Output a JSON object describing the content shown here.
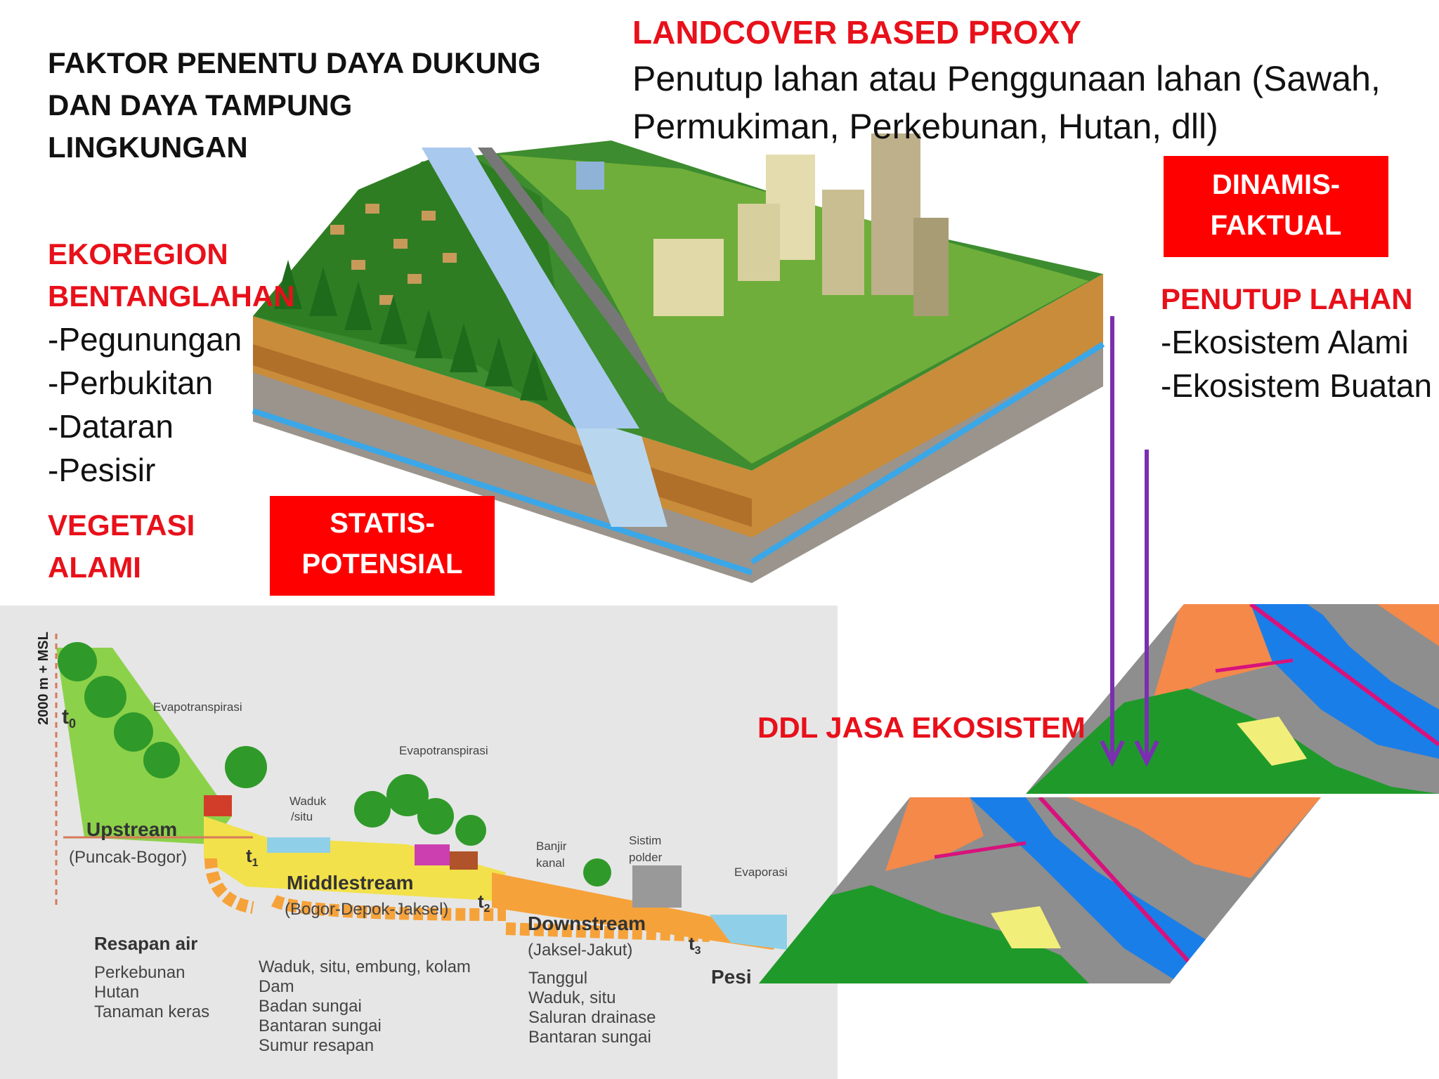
{
  "main_title": [
    "FAKTOR PENENTU DAYA DUKUNG",
    "DAN DAYA TAMPUNG",
    "LINGKUNGAN"
  ],
  "landcover": {
    "heading": "LANDCOVER BASED PROXY",
    "text": [
      "Penutup lahan atau Penggunaan lahan (Sawah,",
      "Permukiman, Perkebunan, Hutan, dll)"
    ]
  },
  "ekoregion": {
    "heading": [
      "EKOREGION",
      "BENTANGLAHAN"
    ],
    "items": [
      "-Pegunungan",
      "-Perbukitan",
      "-Dataran",
      "-Pesisir"
    ]
  },
  "vegetasi": [
    "VEGETASI",
    "ALAMI"
  ],
  "statis_box": [
    "STATIS-",
    "POTENSIAL"
  ],
  "dinamis_box": [
    "DINAMIS-",
    "FAKTUAL"
  ],
  "penutup": {
    "heading": "PENUTUP LAHAN",
    "items": [
      "-Ekosistem Alami",
      "-Ekosistem Buatan"
    ]
  },
  "ddl_label": "DDL JASA EKOSISTEM",
  "profile": {
    "elevation": "2000 m + MSL",
    "t0": "t",
    "t0_sub": "0",
    "t1": "t",
    "t1_sub": "1",
    "t2": "t",
    "t2_sub": "2",
    "t3": "t",
    "t3_sub": "3",
    "evap1": "Evapotranspirasi",
    "evap2": "Evapotranspirasi",
    "evaporasi": "Evaporasi",
    "waduk": [
      "Waduk",
      "/situ"
    ],
    "banjir": [
      "Banjir",
      "kanal"
    ],
    "sistim": [
      "Sistim",
      "polder"
    ],
    "upstream": "Upstream",
    "upstream_sub": "(Puncak-Bogor)",
    "middlestream": "Middlestream",
    "middlestream_sub": "(Bogor-Depok-Jaksel)",
    "downstream": "Downstream",
    "downstream_sub": "(Jaksel-Jakut)",
    "pesisir": "Pesi",
    "resapan_head": "Resapan air",
    "resapan_items": [
      "Perkebunan",
      "Hutan",
      "Tanaman keras"
    ],
    "middle_items": [
      "Waduk, situ, embung, kolam",
      "Dam",
      "Badan sungai",
      "Bantaran sungai",
      "Sumur resapan"
    ],
    "down_items": [
      "Tanggul",
      "Waduk, situ",
      "Saluran drainase",
      "Bantaran sungai"
    ]
  },
  "colors": {
    "red": "#ff0000",
    "red_text": "#e8101a",
    "arrow": "#7a2fb0",
    "forest": "#1f9a2a",
    "water": "#1a7ee8",
    "orange": "#f4894a",
    "grey": "#8e8e8e",
    "yellow": "#f2ee7a",
    "road": "#d8127c"
  }
}
